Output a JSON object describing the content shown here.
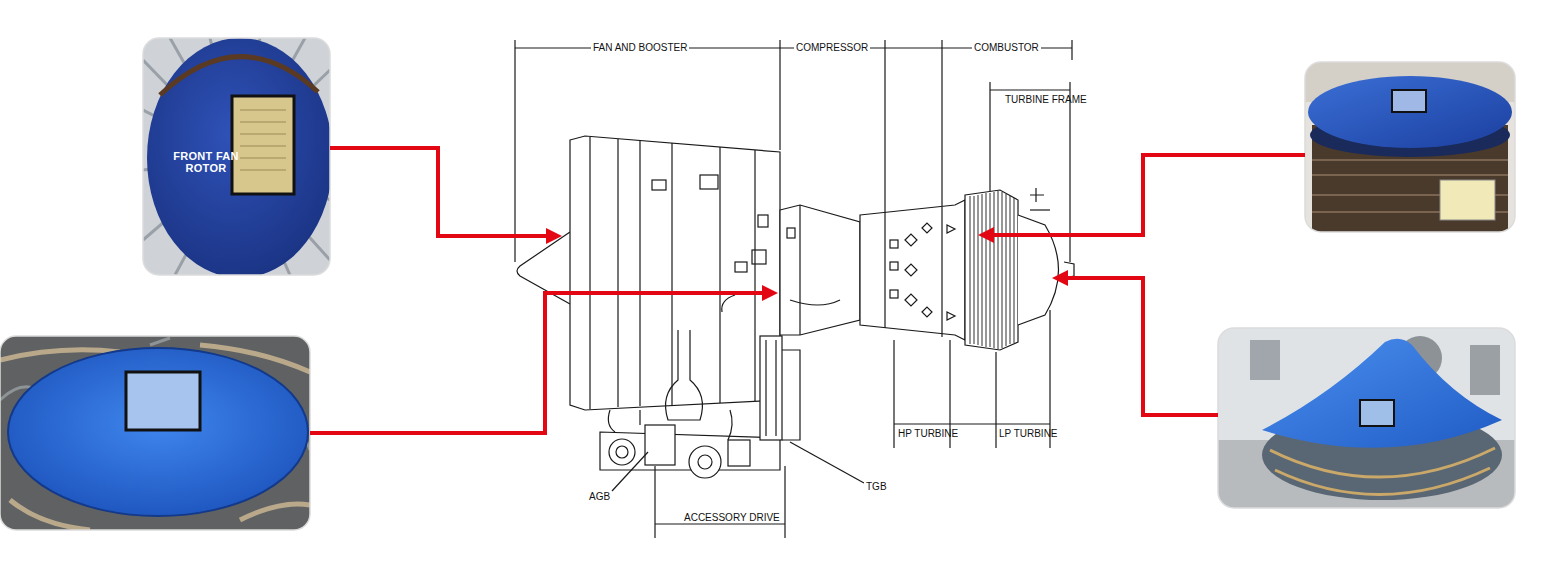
{
  "diagram": {
    "labels": [
      "FRONT FAN ROTOR",
      "FAN AND BOOSTER",
      "COMPRESSOR",
      "COMBUSTOR",
      "TURBINE FRAME",
      "HP TURBINE",
      "LP TURBINE",
      "AGB",
      "ACCESSORY DRIVE",
      "TGB"
    ]
  }
}
